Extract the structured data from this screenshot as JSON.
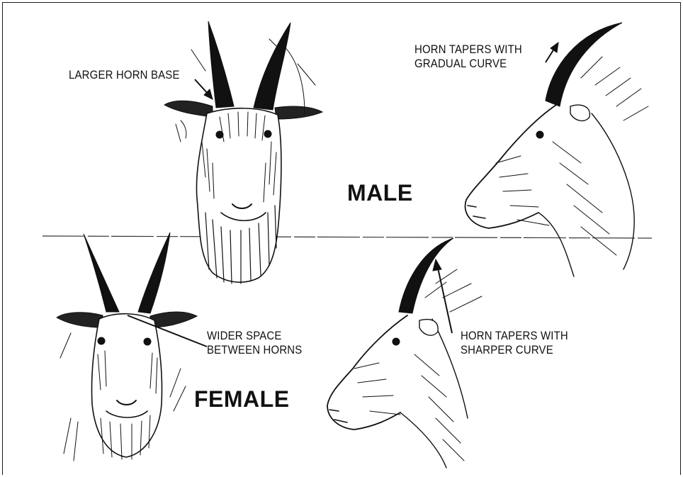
{
  "labels": {
    "larger_horn_base": "LARGER HORN BASE",
    "gradual_line1": "HORN TAPERS WITH",
    "gradual_line2": "GRADUAL CURVE",
    "wider_line1": "WIDER SPACE",
    "wider_line2": "BETWEEN HORNS",
    "sharper_line1": "HORN TAPERS WITH",
    "sharper_line2": "SHARPER CURVE",
    "male": "MALE",
    "female": "FEMALE"
  }
}
